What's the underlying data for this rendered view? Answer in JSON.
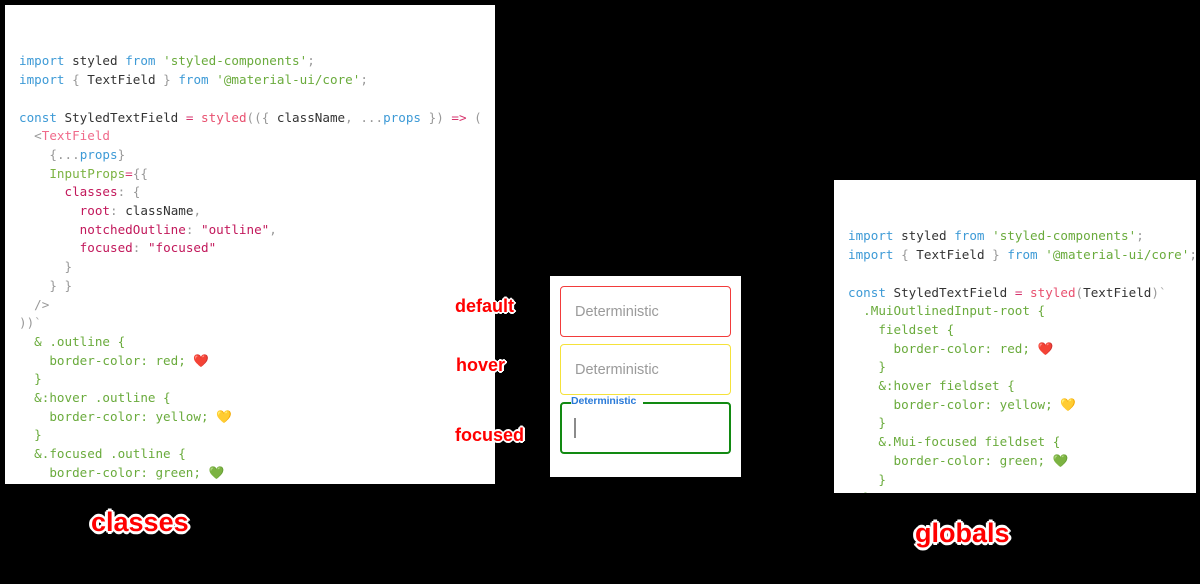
{
  "background_color": "#000000",
  "panels": {
    "classes": {
      "caption": "classes",
      "code_lines": [
        [
          {
            "t": "import",
            "c": "k"
          },
          {
            "t": " ",
            "c": "pn"
          },
          {
            "t": "styled",
            "c": "id"
          },
          {
            "t": " ",
            "c": "pn"
          },
          {
            "t": "from",
            "c": "k"
          },
          {
            "t": " ",
            "c": "pn"
          },
          {
            "t": "'styled-components'",
            "c": "str"
          },
          {
            "t": ";",
            "c": "pn"
          }
        ],
        [
          {
            "t": "import",
            "c": "k"
          },
          {
            "t": " ",
            "c": "pn"
          },
          {
            "t": "{",
            "c": "pn"
          },
          {
            "t": " ",
            "c": "pn"
          },
          {
            "t": "TextField",
            "c": "id"
          },
          {
            "t": " ",
            "c": "pn"
          },
          {
            "t": "}",
            "c": "pn"
          },
          {
            "t": " ",
            "c": "pn"
          },
          {
            "t": "from",
            "c": "k"
          },
          {
            "t": " ",
            "c": "pn"
          },
          {
            "t": "'@material-ui/core'",
            "c": "str"
          },
          {
            "t": ";",
            "c": "pn"
          }
        ],
        [],
        [
          {
            "t": "const",
            "c": "k"
          },
          {
            "t": " ",
            "c": "pn"
          },
          {
            "t": "StyledTextField",
            "c": "id"
          },
          {
            "t": " ",
            "c": "pn"
          },
          {
            "t": "=",
            "c": "op"
          },
          {
            "t": " ",
            "c": "pn"
          },
          {
            "t": "styled",
            "c": "fn"
          },
          {
            "t": "((",
            "c": "pn"
          },
          {
            "t": "{",
            "c": "pn"
          },
          {
            "t": " ",
            "c": "pn"
          },
          {
            "t": "className",
            "c": "id"
          },
          {
            "t": ",",
            "c": "pn"
          },
          {
            "t": " ",
            "c": "pn"
          },
          {
            "t": "...",
            "c": "pn"
          },
          {
            "t": "props",
            "c": "prp"
          },
          {
            "t": " ",
            "c": "pn"
          },
          {
            "t": "}",
            "c": "pn"
          },
          {
            "t": ")",
            "c": "pn"
          },
          {
            "t": " ",
            "c": "pn"
          },
          {
            "t": "=>",
            "c": "op"
          },
          {
            "t": " ",
            "c": "pn"
          },
          {
            "t": "(",
            "c": "pn"
          }
        ],
        [
          {
            "t": "  ",
            "c": "pn"
          },
          {
            "t": "<",
            "c": "pn"
          },
          {
            "t": "TextField",
            "c": "tag"
          }
        ],
        [
          {
            "t": "    ",
            "c": "pn"
          },
          {
            "t": "{",
            "c": "pn"
          },
          {
            "t": "...",
            "c": "pn"
          },
          {
            "t": "props",
            "c": "prp"
          },
          {
            "t": "}",
            "c": "pn"
          }
        ],
        [
          {
            "t": "    ",
            "c": "pn"
          },
          {
            "t": "InputProps",
            "c": "atr"
          },
          {
            "t": "=",
            "c": "op"
          },
          {
            "t": "{{",
            "c": "pn"
          }
        ],
        [
          {
            "t": "      ",
            "c": "pn"
          },
          {
            "t": "classes",
            "c": "key"
          },
          {
            "t": ":",
            "c": "pn"
          },
          {
            "t": " ",
            "c": "pn"
          },
          {
            "t": "{",
            "c": "pn"
          }
        ],
        [
          {
            "t": "        ",
            "c": "pn"
          },
          {
            "t": "root",
            "c": "key"
          },
          {
            "t": ":",
            "c": "pn"
          },
          {
            "t": " ",
            "c": "pn"
          },
          {
            "t": "className",
            "c": "id"
          },
          {
            "t": ",",
            "c": "pn"
          }
        ],
        [
          {
            "t": "        ",
            "c": "pn"
          },
          {
            "t": "notchedOutline",
            "c": "key"
          },
          {
            "t": ":",
            "c": "pn"
          },
          {
            "t": " ",
            "c": "pn"
          },
          {
            "t": "\"outline\"",
            "c": "val"
          },
          {
            "t": ",",
            "c": "pn"
          }
        ],
        [
          {
            "t": "        ",
            "c": "pn"
          },
          {
            "t": "focused",
            "c": "key"
          },
          {
            "t": ":",
            "c": "pn"
          },
          {
            "t": " ",
            "c": "pn"
          },
          {
            "t": "\"focused\"",
            "c": "val"
          }
        ],
        [
          {
            "t": "      ",
            "c": "pn"
          },
          {
            "t": "}",
            "c": "pn"
          }
        ],
        [
          {
            "t": "    ",
            "c": "pn"
          },
          {
            "t": "}",
            "c": "pn"
          },
          {
            "t": " ",
            "c": "pn"
          },
          {
            "t": "}",
            "c": "pn"
          }
        ],
        [
          {
            "t": "  ",
            "c": "pn"
          },
          {
            "t": "/>",
            "c": "pn"
          }
        ],
        [
          {
            "t": "))",
            "c": "pn"
          },
          {
            "t": "`",
            "c": "tik"
          }
        ],
        [
          {
            "t": "  & .outline {",
            "c": "css"
          }
        ],
        [
          {
            "t": "    border-color: red; ",
            "c": "css"
          },
          {
            "t": "❤️",
            "c": "emoji"
          }
        ],
        [
          {
            "t": "  }",
            "c": "css"
          }
        ],
        [
          {
            "t": "  &:hover .outline {",
            "c": "css"
          }
        ],
        [
          {
            "t": "    border-color: yellow; ",
            "c": "css"
          },
          {
            "t": "💛",
            "c": "emoji"
          }
        ],
        [
          {
            "t": "  }",
            "c": "css"
          }
        ],
        [
          {
            "t": "  &.focused .outline {",
            "c": "css"
          }
        ],
        [
          {
            "t": "    border-color: green; ",
            "c": "css"
          },
          {
            "t": "💚",
            "c": "emoji"
          }
        ],
        [
          {
            "t": "  }",
            "c": "css"
          }
        ],
        [
          {
            "t": "`",
            "c": "tik"
          }
        ],
        [
          {
            "t": ";",
            "c": "tik"
          }
        ]
      ]
    },
    "globals": {
      "caption": "globals",
      "code_lines": [
        [
          {
            "t": "import",
            "c": "k"
          },
          {
            "t": " ",
            "c": "pn"
          },
          {
            "t": "styled",
            "c": "id"
          },
          {
            "t": " ",
            "c": "pn"
          },
          {
            "t": "from",
            "c": "k"
          },
          {
            "t": " ",
            "c": "pn"
          },
          {
            "t": "'styled-components'",
            "c": "str"
          },
          {
            "t": ";",
            "c": "pn"
          }
        ],
        [
          {
            "t": "import",
            "c": "k"
          },
          {
            "t": " ",
            "c": "pn"
          },
          {
            "t": "{",
            "c": "pn"
          },
          {
            "t": " ",
            "c": "pn"
          },
          {
            "t": "TextField",
            "c": "id"
          },
          {
            "t": " ",
            "c": "pn"
          },
          {
            "t": "}",
            "c": "pn"
          },
          {
            "t": " ",
            "c": "pn"
          },
          {
            "t": "from",
            "c": "k"
          },
          {
            "t": " ",
            "c": "pn"
          },
          {
            "t": "'@material-ui/core'",
            "c": "str"
          },
          {
            "t": ";",
            "c": "pn"
          }
        ],
        [],
        [
          {
            "t": "const",
            "c": "k"
          },
          {
            "t": " ",
            "c": "pn"
          },
          {
            "t": "StyledTextField",
            "c": "id"
          },
          {
            "t": " ",
            "c": "pn"
          },
          {
            "t": "=",
            "c": "op"
          },
          {
            "t": " ",
            "c": "pn"
          },
          {
            "t": "styled",
            "c": "fn"
          },
          {
            "t": "(",
            "c": "pn"
          },
          {
            "t": "TextField",
            "c": "id"
          },
          {
            "t": ")",
            "c": "pn"
          },
          {
            "t": "`",
            "c": "tik"
          }
        ],
        [
          {
            "t": "  .MuiOutlinedInput-root {",
            "c": "css"
          }
        ],
        [
          {
            "t": "    fieldset {",
            "c": "css"
          }
        ],
        [
          {
            "t": "      border-color: red; ",
            "c": "css"
          },
          {
            "t": "❤️",
            "c": "emoji"
          }
        ],
        [
          {
            "t": "    }",
            "c": "css"
          }
        ],
        [
          {
            "t": "    &:hover fieldset {",
            "c": "css"
          }
        ],
        [
          {
            "t": "      border-color: yellow; ",
            "c": "css"
          },
          {
            "t": "💛",
            "c": "emoji"
          }
        ],
        [
          {
            "t": "    }",
            "c": "css"
          }
        ],
        [
          {
            "t": "    &.Mui-focused fieldset {",
            "c": "css"
          }
        ],
        [
          {
            "t": "      border-color: green; ",
            "c": "css"
          },
          {
            "t": "💚",
            "c": "emoji"
          }
        ],
        [
          {
            "t": "    }",
            "c": "css"
          }
        ],
        [
          {
            "t": "  }",
            "c": "css"
          }
        ],
        [
          {
            "t": "`",
            "c": "tik"
          }
        ],
        [
          {
            "t": ";",
            "c": "tik"
          }
        ]
      ]
    }
  },
  "demo": {
    "fields": [
      {
        "state": "default",
        "placeholder": "Deterministic",
        "value": "",
        "border_color": "#f23b3b",
        "annotation": "default"
      },
      {
        "state": "hover",
        "placeholder": "Deterministic",
        "value": "",
        "border_color": "#f5e23a",
        "annotation": "hover"
      },
      {
        "state": "focused",
        "label": "Deterministic",
        "value": "",
        "border_color": "#128a12",
        "label_color": "#2a7ad8",
        "annotation": "focused"
      }
    ]
  },
  "annotations": {
    "default": "default",
    "hover": "hover",
    "focused": "focused",
    "color": "#ff0000"
  }
}
